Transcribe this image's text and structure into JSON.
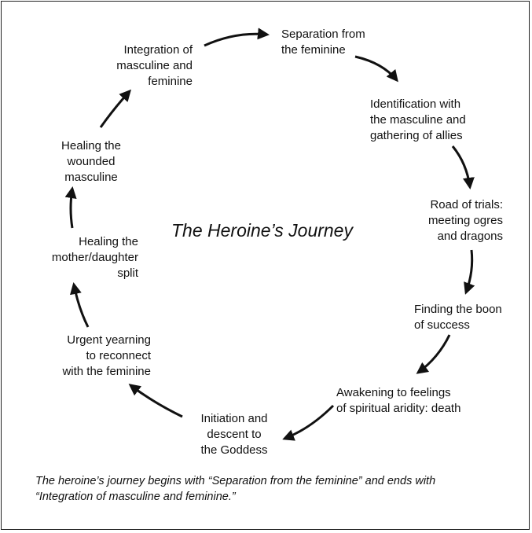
{
  "diagram": {
    "title": "The Heroine’s Journey",
    "stages": [
      "Separation from\nthe feminine",
      "Identification with\nthe masculine and\ngathering of allies",
      "Road of trials:\nmeeting ogres\nand dragons",
      "Finding the boon\nof success",
      "Awakening to feelings\nof spiritual aridity: death",
      "Initiation and\ndescent to\nthe Goddess",
      "Urgent yearning\nto reconnect\nwith the feminine",
      "Healing the\nmother/daughter\nsplit",
      "Healing the\nwounded\nmasculine",
      "Integration of\nmasculine and\nfeminine"
    ],
    "caption": "The heroine’s journey begins with “Separation from the feminine” and ends with\n“Integration of masculine and feminine.”"
  },
  "colors": {
    "ink": "#111111",
    "border": "#222222",
    "background": "#ffffff"
  }
}
